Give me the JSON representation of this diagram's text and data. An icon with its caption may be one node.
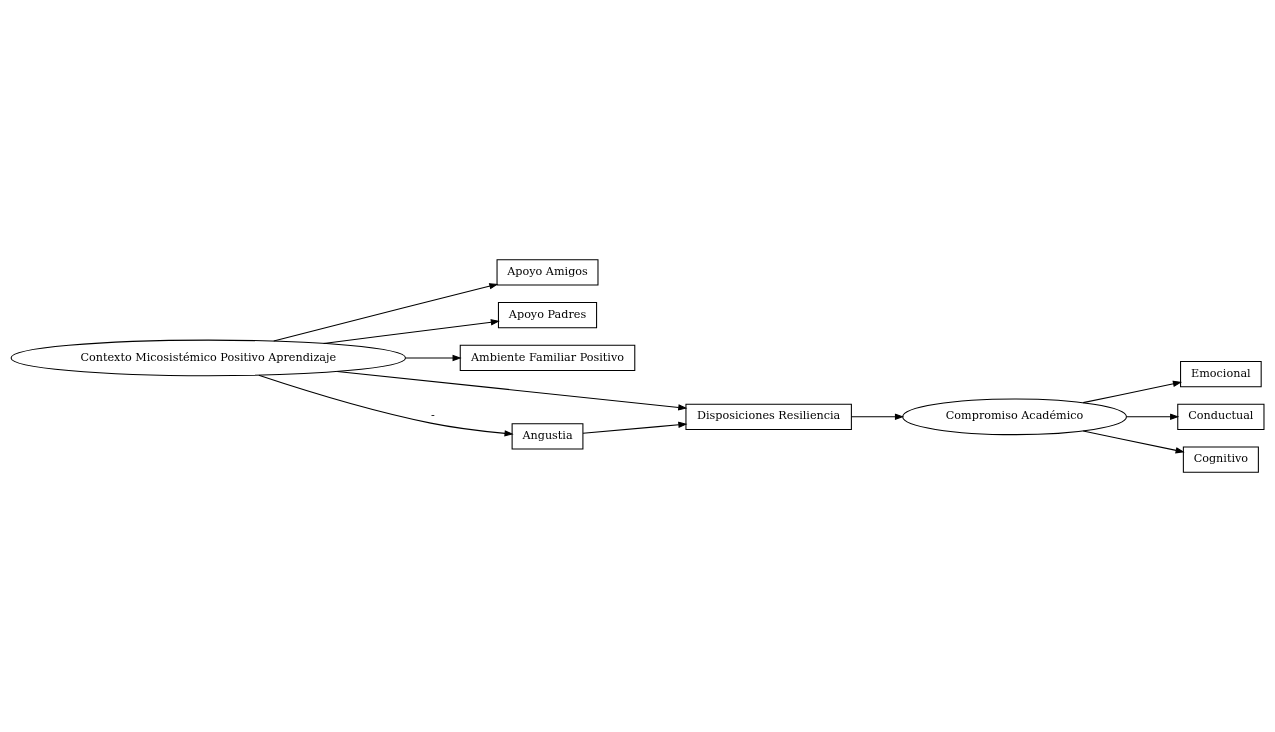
{
  "diagram": {
    "nodes": [
      {
        "text": [
          "Apoyo Amigos"
        ]
      },
      {
        "text": [
          "Apoyo Padres"
        ]
      },
      {
        "text": [
          "Ambiente Familiar Positivo"
        ]
      },
      {
        "text": [
          "Contexto Micosistémico Positivo Aprendizaje"
        ]
      },
      {
        "text": [
          "Disposiciones Resiliencia"
        ]
      },
      {
        "text": [
          "Angustia"
        ]
      },
      {
        "text": [
          "Emocional"
        ]
      },
      {
        "text": [
          "Conductual"
        ]
      },
      {
        "text": [
          "Cognitivo"
        ]
      },
      {
        "text": [
          "Compromiso Académico"
        ]
      }
    ],
    "edges": [
      {
        "from": 3,
        "to": 0,
        "arrow": "to"
      },
      {
        "from": 3,
        "to": 1,
        "arrow": "to"
      },
      {
        "from": 3,
        "to": 2,
        "arrow": "to"
      },
      {
        "from": 3,
        "to": 4,
        "arrow": "to"
      },
      {
        "from": 3,
        "to": 5,
        "arrow": "to",
        "label": "-"
      },
      {
        "from": 5,
        "to": 4,
        "arrow": "to"
      },
      {
        "from": 4,
        "to": 9,
        "arrow": "to"
      },
      {
        "from": 9,
        "to": 6,
        "arrow": "to"
      },
      {
        "from": 9,
        "to": 7,
        "arrow": "to"
      },
      {
        "from": 9,
        "to": 8,
        "arrow": "to"
      }
    ]
  }
}
